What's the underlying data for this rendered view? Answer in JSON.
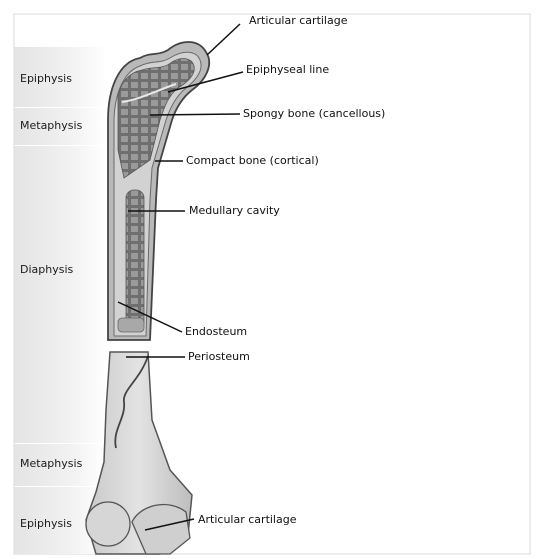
{
  "regions": [
    {
      "name": "Epiphysis"
    },
    {
      "name": "Metaphysis"
    },
    {
      "name": "Diaphysis"
    },
    {
      "name": "Metaphysis"
    },
    {
      "name": "Epiphysis"
    }
  ],
  "callouts": {
    "articular_cartilage_top": "Articular cartilage",
    "epiphyseal_line": "Epiphyseal line",
    "spongy_bone": "Spongy bone (cancellous)",
    "compact_bone": "Compact bone (cortical)",
    "medullary_cavity": "Medullary cavity",
    "endosteum": "Endosteum",
    "periosteum": "Periosteum",
    "articular_cartilage_bottom": "Articular cartilage"
  }
}
